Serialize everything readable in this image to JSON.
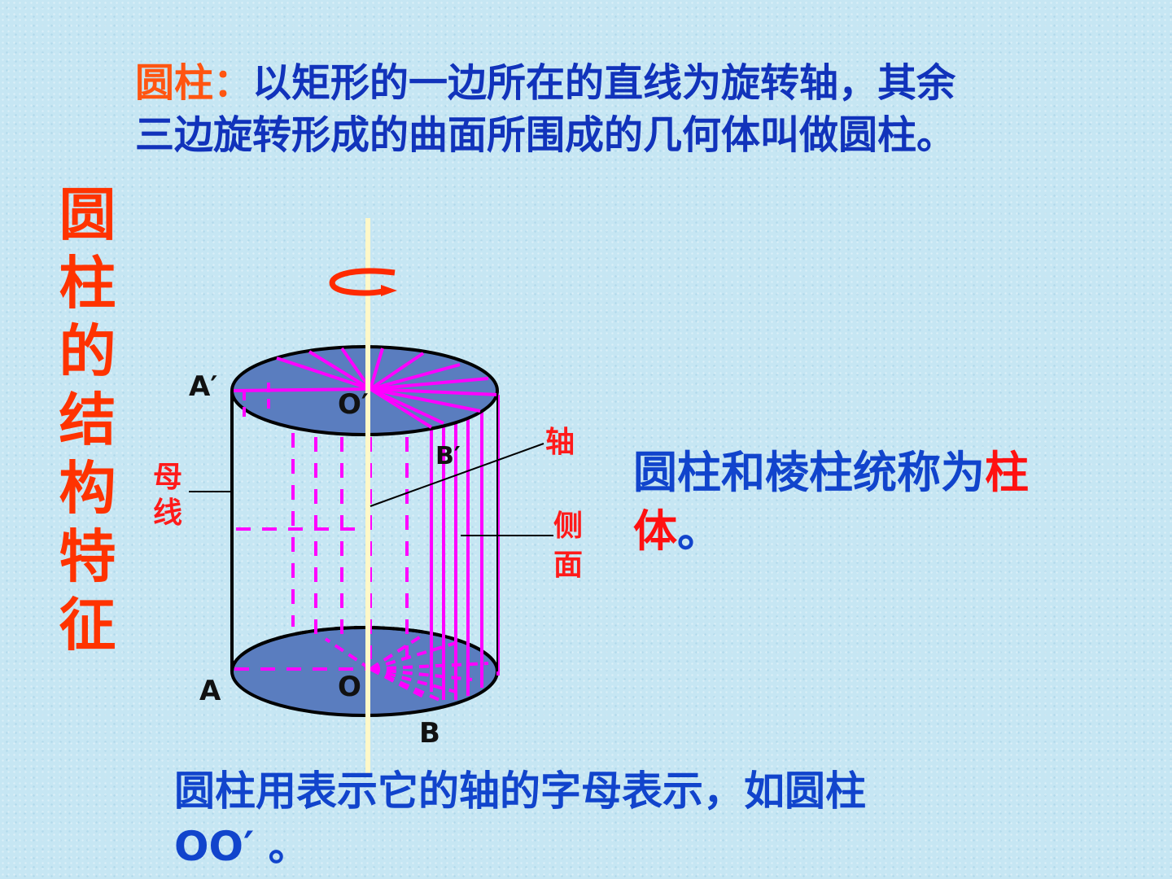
{
  "definition": {
    "term": "圆柱：",
    "text_line1": "以矩形的一边所在的直线为旋转轴，其余",
    "text_line2": "三边旋转形成的曲面所围成的几何体叫做圆柱。"
  },
  "vertical_title": [
    "圆",
    "柱",
    "的",
    "结",
    "构",
    "特",
    "征"
  ],
  "diagram": {
    "labels": {
      "a_prime": "A′",
      "o_prime": "O′",
      "b_prime": "B′",
      "a": "A",
      "o": "O",
      "b": "B",
      "axis": "轴",
      "generatrix_1": "母",
      "generatrix_2": "线",
      "lateral_1": "侧",
      "lateral_2": "面"
    },
    "colors": {
      "base_fill": "#5a7dbf",
      "magenta": "#ff00ff",
      "axis_line": "#fff8c8",
      "label_red": "#ff1a1a",
      "arrow_red": "#ff2a00"
    }
  },
  "side_note": {
    "text": "圆柱和棱柱统称为",
    "highlight": "柱体",
    "end": "。"
  },
  "bottom_note": {
    "line1": "圆柱用表示它的轴的字母表示，如圆柱",
    "line2": "OO′ 。"
  }
}
